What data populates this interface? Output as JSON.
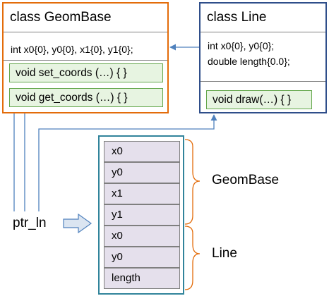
{
  "geombase_class": {
    "title": "class GeomBase",
    "members": "int x0{0}, y0{0}, x1{0}, y1{0};",
    "methods": [
      "void set_coords (…) { }",
      "void get_coords (…) { }"
    ]
  },
  "line_class": {
    "title": "class Line",
    "members": [
      "int x0{0}, y0{0};",
      "double length{0.0};"
    ],
    "method": "void draw(…) { }"
  },
  "memory_cells": [
    "x0",
    "y0",
    "x1",
    "y1",
    "x0",
    "y0",
    "length"
  ],
  "labels": {
    "pointer": "ptr_ln",
    "geombase_group": "GeomBase",
    "line_group": "Line"
  },
  "colors": {
    "geombase_border": "#e36c0a",
    "line_border": "#2f4e8a",
    "method_fill": "#e7f4e1",
    "method_border": "#62a64a",
    "memory_border": "#31849b",
    "cell_fill": "#e5e0ec",
    "arrow": "#4f81bd",
    "brace": "#e36c0a"
  }
}
